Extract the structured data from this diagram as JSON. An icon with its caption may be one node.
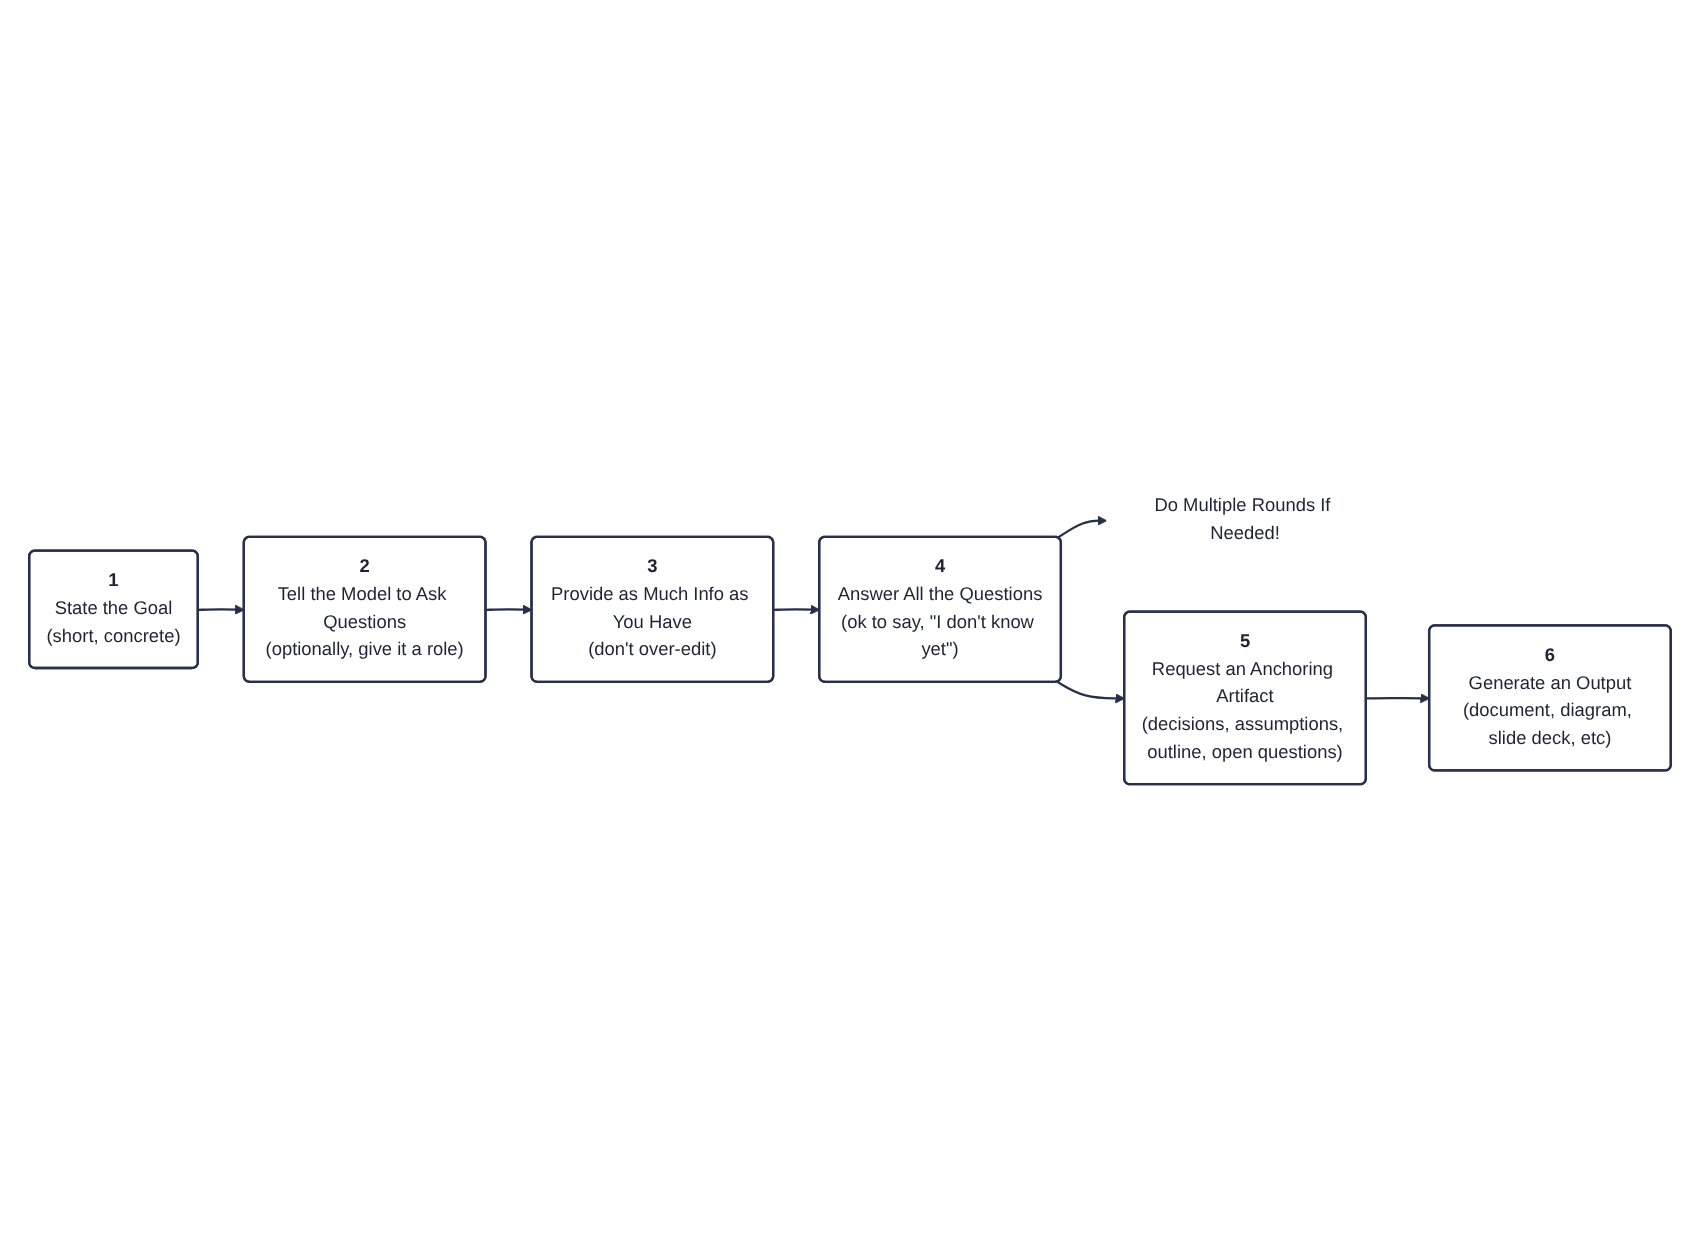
{
  "diagram": {
    "nodes": [
      {
        "text": [
          "1",
          "State the Goal",
          "(short, concrete)"
        ]
      },
      {
        "text": [
          "2",
          "Tell the Model to Ask Questions",
          "(optionally, give it a role)"
        ]
      },
      {
        "text": [
          "3",
          "Provide as Much Info as You Have",
          "(don't over-edit)"
        ]
      },
      {
        "text": [
          "4",
          "Answer All the Questions",
          "(ok to say, \"I don't know yet\")"
        ]
      },
      {
        "text": [
          "Do Multiple Rounds If Needed!"
        ]
      },
      {
        "text": [
          "5",
          "Request an Anchoring Artifact",
          "(decisions, assumptions, outline, open questions)"
        ]
      },
      {
        "text": [
          "6",
          "Generate an Output",
          "(document, diagram, slide deck, etc)"
        ]
      }
    ],
    "edges": [
      {
        "from": 0,
        "to": 1,
        "arrow": "to"
      },
      {
        "from": 1,
        "to": 2,
        "arrow": "to"
      },
      {
        "from": 2,
        "to": 3,
        "arrow": "to"
      },
      {
        "from": 3,
        "to": 4,
        "arrow": "to"
      },
      {
        "from": 3,
        "to": 5,
        "arrow": "to"
      },
      {
        "from": 5,
        "to": 6,
        "arrow": "to"
      }
    ]
  }
}
